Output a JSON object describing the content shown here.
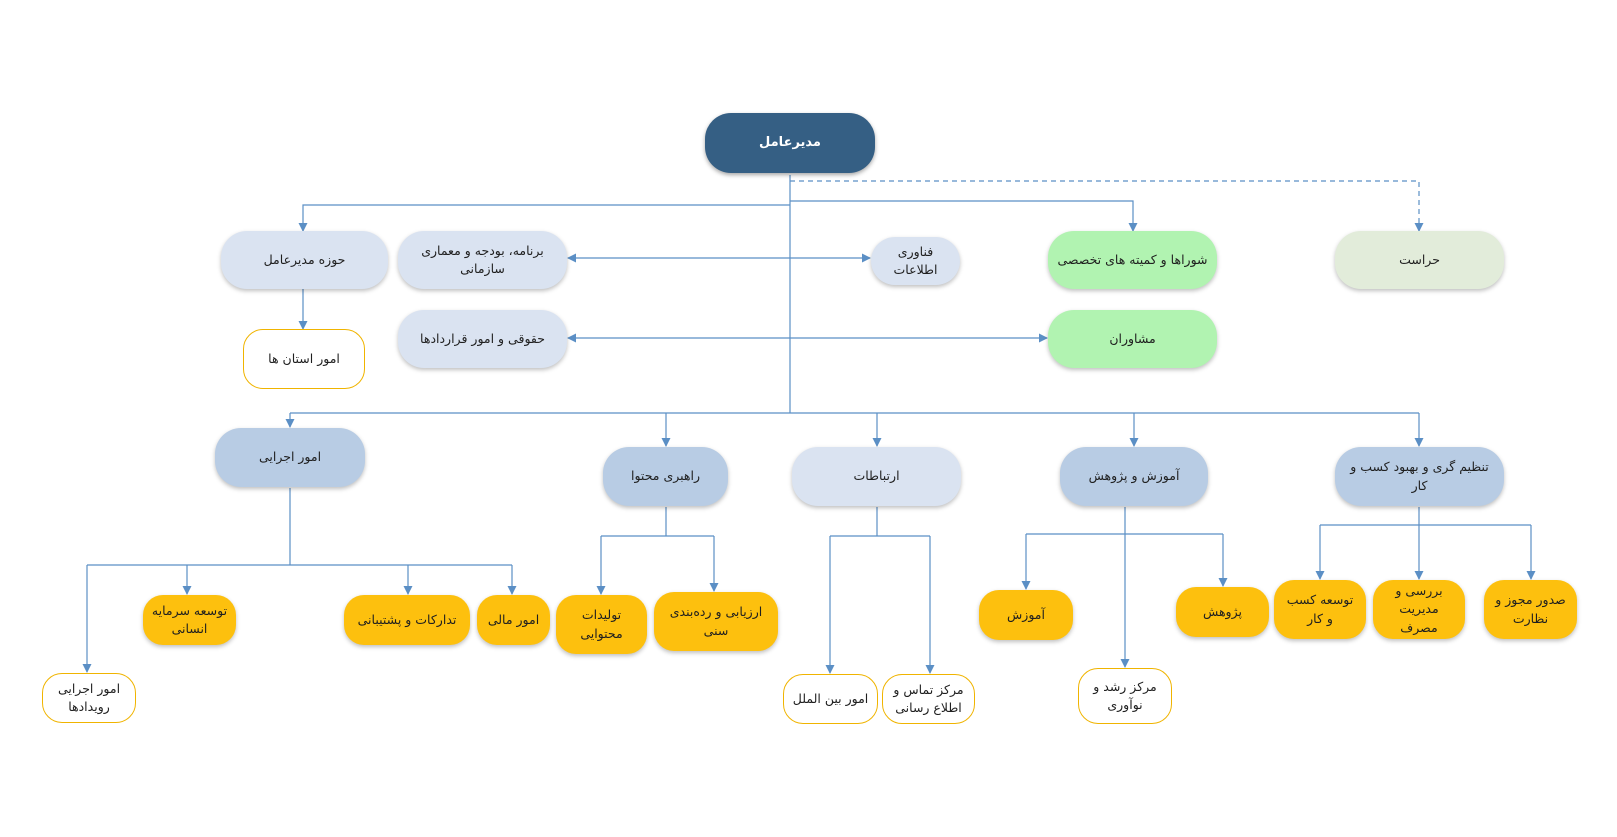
{
  "nodes": {
    "ceo": "مدیرعامل",
    "ceo_office": "حوزه مدیرعامل",
    "provinces": "امور استان ها",
    "planning": "برنامه، بودجه و معماری سازمانی",
    "it": "فناوری اطلاعات",
    "councils": "شوراها و کمیته های تخصصی",
    "security": "حراست",
    "legal": "حقوقی و امور قراردادها",
    "advisors": "مشاوران",
    "executive": "امور اجرایی",
    "content": "راهبری محتوا",
    "communications": "ارتباطات",
    "education_research": "آموزش و پژوهش",
    "regulation": "تنظیم گری و بهبود کسب و کار",
    "capital_dev": "توسعه سرمایه انسانی",
    "procurement": "تدارکات و پشتیبانی",
    "finance": "امور مالی",
    "event_exec": "امور اجرایی رویدادها",
    "content_prod": "تولیدات محتوایی",
    "evaluation": "ارزیابی و رده‌بندی سنی",
    "international": "امور بین الملل",
    "contact_center": "مرکز تماس و اطلاع رسانی",
    "education": "آموزش",
    "research": "پژوهش",
    "growth_center": "مرکز رشد و نوآوری",
    "business_dev": "توسعه کسب و کار",
    "consumption": "بررسی و مدیریت مصرف",
    "licensing": "صدور مجوز و نظارت"
  },
  "colors": {
    "root": "#355f84",
    "light": "#dae3f1",
    "mid": "#b8cce4",
    "green": "#b1f3b1",
    "pale": "#e2ecda",
    "orange": "#fdc00e",
    "outline": "#f0b400",
    "connector": "#5b8fc5"
  }
}
